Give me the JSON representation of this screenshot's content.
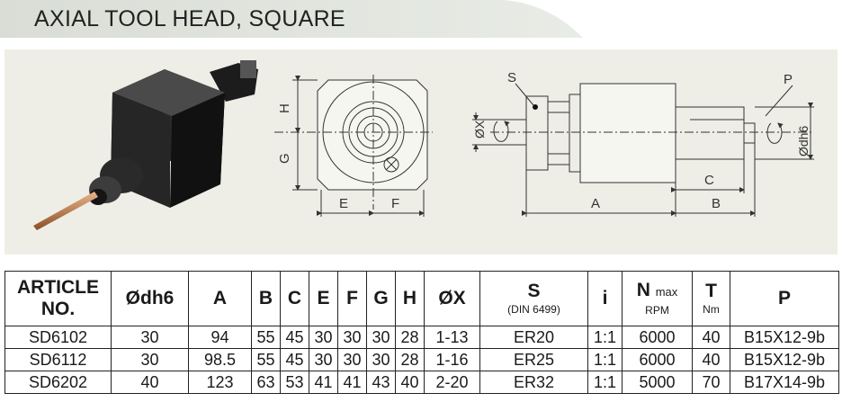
{
  "title": "AXIAL TOOL HEAD, SQUARE",
  "drawing": {
    "front_labels": [
      "H",
      "G",
      "E",
      "F"
    ],
    "side_labels": [
      "S",
      "P",
      "ØX",
      "Ødh6",
      "C",
      "A",
      "B"
    ]
  },
  "table": {
    "headers": {
      "article": "ARTICLE NO.",
      "dh6": "Ødh6",
      "a": "A",
      "b": "B",
      "c": "C",
      "e": "E",
      "f": "F",
      "g": "G",
      "h": "H",
      "x": "ØX",
      "s": "S",
      "s_sub": "(DIN 6499)",
      "i": "i",
      "n": "N",
      "n_sub": "max",
      "n_unit": "RPM",
      "t": "T",
      "t_unit": "Nm",
      "p": "P"
    },
    "rows": [
      {
        "article": "SD6102",
        "dh6": "30",
        "a": "94",
        "b": "55",
        "c": "45",
        "e": "30",
        "f": "30",
        "g": "30",
        "h": "28",
        "x": "1-13",
        "s": "ER20",
        "i": "1:1",
        "n": "6000",
        "t": "40",
        "p": "B15X12-9b"
      },
      {
        "article": "SD6112",
        "dh6": "30",
        "a": "98.5",
        "b": "55",
        "c": "45",
        "e": "30",
        "f": "30",
        "g": "30",
        "h": "28",
        "x": "1-16",
        "s": "ER25",
        "i": "1:1",
        "n": "6000",
        "t": "40",
        "p": "B15X12-9b"
      },
      {
        "article": "SD6202",
        "dh6": "40",
        "a": "123",
        "b": "63",
        "c": "53",
        "e": "41",
        "f": "41",
        "g": "43",
        "h": "40",
        "x": "2-20",
        "s": "ER32",
        "i": "1:1",
        "n": "5000",
        "t": "70",
        "p": "B17X14-9b"
      }
    ]
  }
}
